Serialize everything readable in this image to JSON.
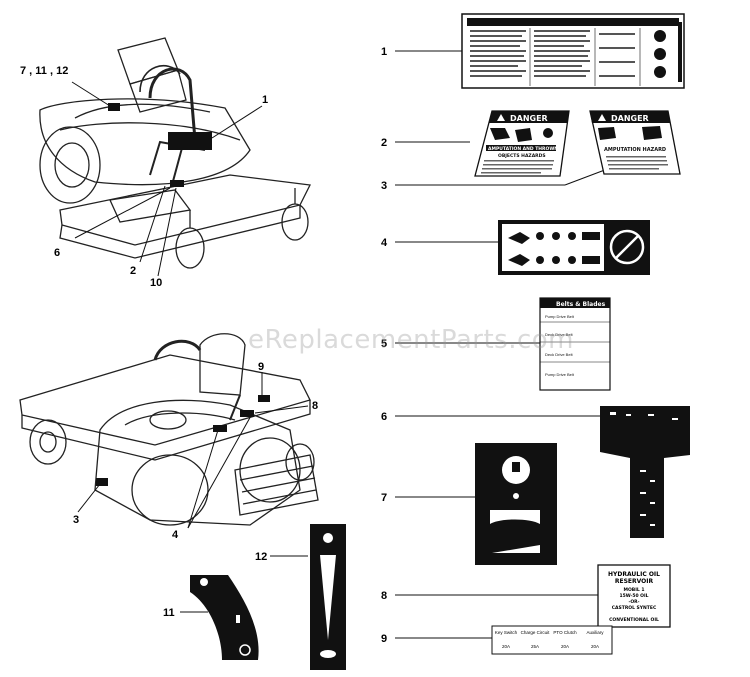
{
  "watermark": "eReplacementParts.com",
  "mower_callouts": {
    "top_7_11_12": "7 , 11 , 12",
    "top_1": "1",
    "top_6": "6",
    "top_2": "2",
    "top_10": "10",
    "bottom_9": "9",
    "bottom_8": "8",
    "bottom_3": "3",
    "bottom_4": "4",
    "bottom_12": "12",
    "bottom_11": "11"
  },
  "decal_callouts": [
    "1",
    "2",
    "3",
    "4",
    "5",
    "6",
    "7",
    "8",
    "9"
  ],
  "decal_2": {
    "header": "DANGER",
    "line1": "AMPUTATION AND THROWN",
    "line2": "OBJECTS HAZARDS"
  },
  "decal_3": {
    "header": "DANGER",
    "line1": "AMPUTATION HAZARD"
  },
  "decal_5": {
    "title": "Belts & Blades",
    "rows": [
      "Pump Drive Belt",
      "Deck Drive Belt",
      "Deck Drive Belt",
      "Pump Drive Belt"
    ]
  },
  "decal_8": {
    "line1": "HYDRAULIC OIL",
    "line2": "RESERVOIR",
    "line3": "MOBIL 1",
    "line4": "15W-50 OIL",
    "line5": "-OR-",
    "line6": "CASTROL SYNTEC",
    "line7": "CONVENTIONAL OIL"
  },
  "decal_9": {
    "headers": [
      "Key Switch",
      "Charge Circuit",
      "PTO Clutch",
      "Auxiliary"
    ],
    "values": [
      "20A",
      "25A",
      "20A",
      "20A"
    ]
  },
  "colors": {
    "ink": "#111111",
    "decal_dark": "#1a1a1a",
    "watermark": "#969696"
  }
}
